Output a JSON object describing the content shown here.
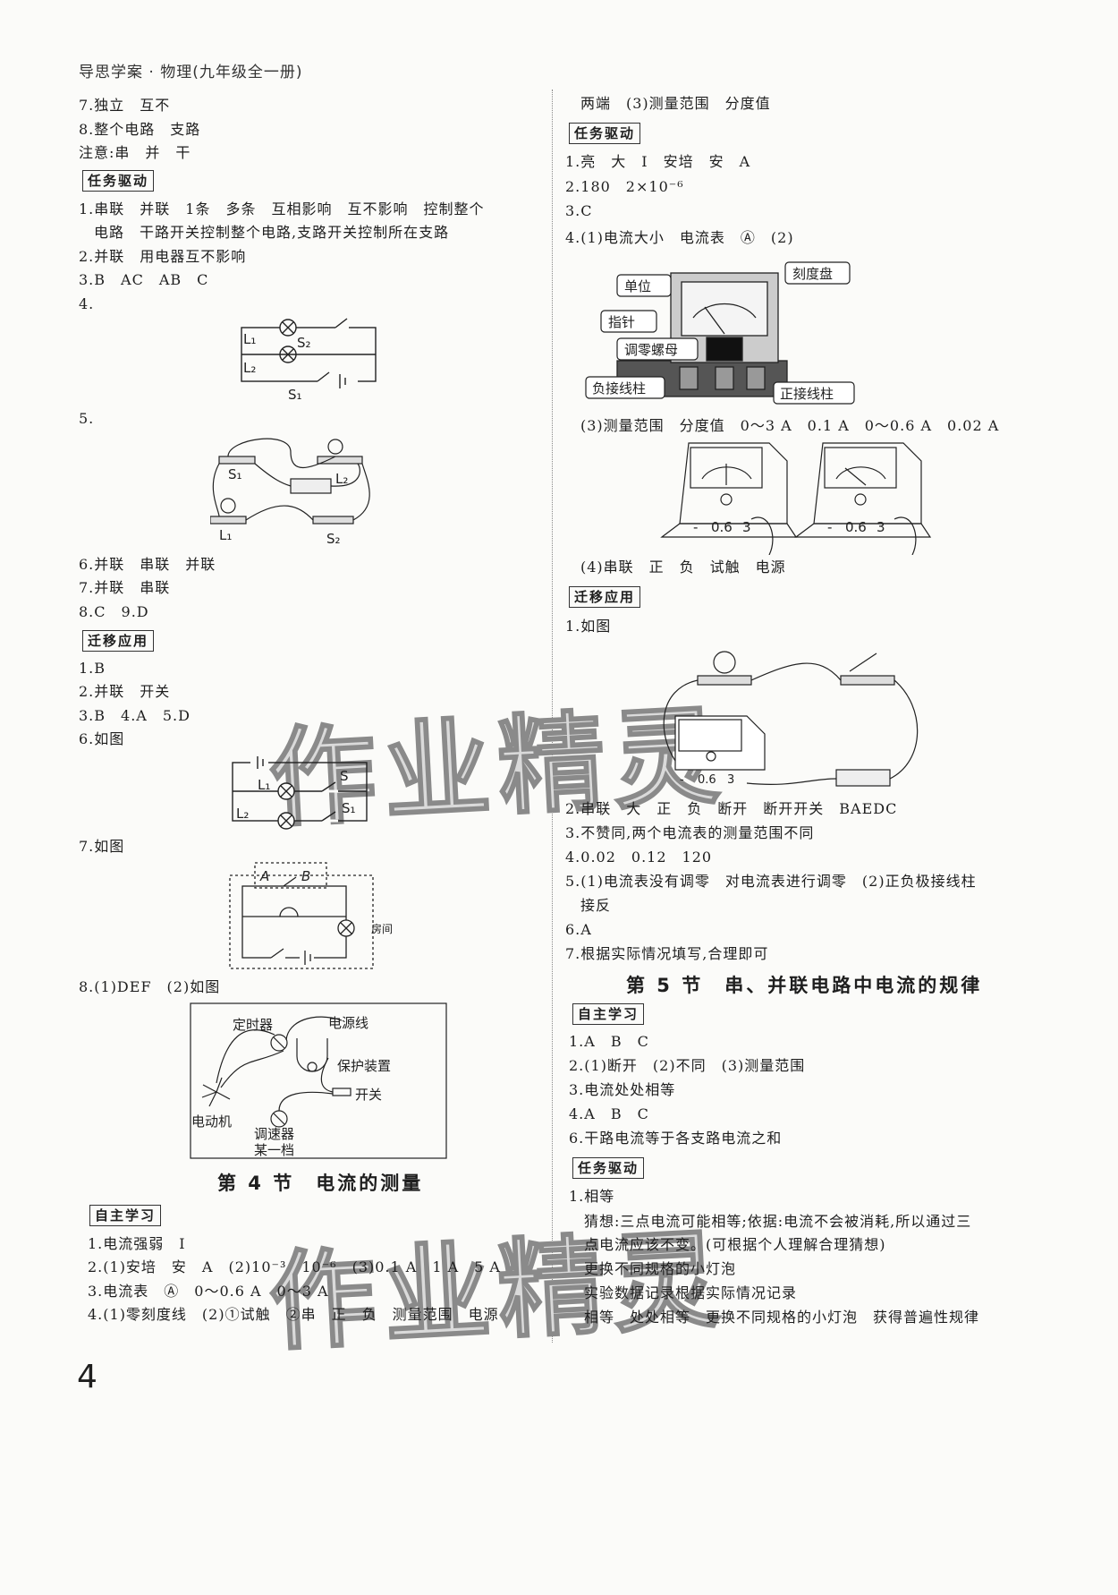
{
  "header": {
    "title": "导思学案 · 物理(九年级全一册)"
  },
  "page_number": "4",
  "watermark": "作业精灵",
  "left": {
    "l1": "7.独立　互不",
    "l2": "8.整个电路　支路",
    "l3": "注意:串　并　干",
    "tag1": "任务驱动",
    "l4": "1.串联　并联　1条　多条　互相影响　互不影响　控制整个",
    "l5": "　电路　干路开关控制整个电路,支路开关控制所在支路",
    "l6": "2.并联　用电器互不影响",
    "l7": "3.B　AC　AB　C",
    "l8": "4.",
    "l9": "5.",
    "l10": "6.并联　串联　并联",
    "l11": "7.并联　串联",
    "l12": "8.C　9.D",
    "tag2": "迁移应用",
    "l13": "1.B",
    "l14": "2.并联　开关",
    "l15": "3.B　4.A　5.D",
    "l16": "6.如图",
    "l17": "7.如图",
    "l18": "8.(1)DEF　(2)如图",
    "section4": "第 4 节　电流的测量",
    "tag3": "自主学习",
    "l19": "1.电流强弱　I",
    "l20": "2.(1)安培　安　A　(2)10⁻³　10⁻⁶　(3)0.1 A　1 A　5 A",
    "l21": "3.电流表　Ⓐ　0～0.6 A　0～3 A",
    "l22": "4.(1)零刻度线　(2)①试触　②串　正　负　测量范围　电源"
  },
  "right": {
    "r1": "　两端　(3)测量范围　分度值",
    "tag1": "任务驱动",
    "r2": "1.亮　大　I　安培　安　A",
    "r3": "2.180　2×10⁻⁶",
    "r4": "3.C",
    "r5": "4.(1)电流大小　电流表　Ⓐ　(2)",
    "r6": "　(3)测量范围　分度值　0～3 A　0.1 A　0～0.6 A　0.02 A",
    "r7": "　(4)串联　正　负　试触　电源",
    "tag2": "迁移应用",
    "r8": "1.如图",
    "r9": "2.串联　大　正　负　断开　断开开关　BAEDC",
    "r10": "3.不赞同,两个电流表的测量范围不同",
    "r11": "4.0.02　0.12　120",
    "r12": "5.(1)电流表没有调零　对电流表进行调零　(2)正负极接线柱",
    "r13": "　接反",
    "r14": "6.A",
    "r15": "7.根据实际情况填写,合理即可",
    "section5": "第 5 节　串、并联电路中电流的规律",
    "tag3": "自主学习",
    "r16": "1.A　B　C",
    "r17": "2.(1)断开　(2)不同　(3)测量范围",
    "r18": "3.电流处处相等",
    "r19": "4.A　B　C",
    "r20": "6.干路电流等于各支路电流之和",
    "tag4": "任务驱动",
    "r21": "1.相等",
    "r22": "　猜想:三点电流可能相等;依据:电流不会被消耗,所以通过三",
    "r23": "　点电流应该不变。(可根据个人理解合理猜想)",
    "r24": "　更换不同规格的小灯泡",
    "r25": "　实验数据记录根据实际情况记录",
    "r26": "　相等　处处相等　更换不同规格的小灯泡　获得普遍性规律"
  },
  "figures": {
    "q4_labels": {
      "l1": "L₁",
      "l2": "L₂",
      "s2": "S₂",
      "s1": "S₁"
    },
    "q5_labels": {
      "s1": "S₁",
      "l2": "L₂",
      "l1": "L₁",
      "s2": "S₂"
    },
    "q6_labels": {
      "l1": "L₁",
      "l2": "L₂",
      "s": "S",
      "s1": "S₁"
    },
    "q7_labels": {
      "a": "A",
      "b": "B",
      "room": "房间"
    },
    "q8_labels": {
      "timer": "定时器",
      "power": "电源线",
      "protect": "保护装置",
      "switch": "开关",
      "motor": "电动机",
      "speed1": "调速器",
      "speed2": "某一档"
    },
    "meter_labels": {
      "dial": "刻度盘",
      "unit": "单位",
      "needle": "指针",
      "zero": "调零螺母",
      "neg": "负接线柱",
      "pos": "正接线柱"
    },
    "terminals": {
      "neg": "-",
      "mid": "0.6",
      "pos": "3"
    }
  }
}
